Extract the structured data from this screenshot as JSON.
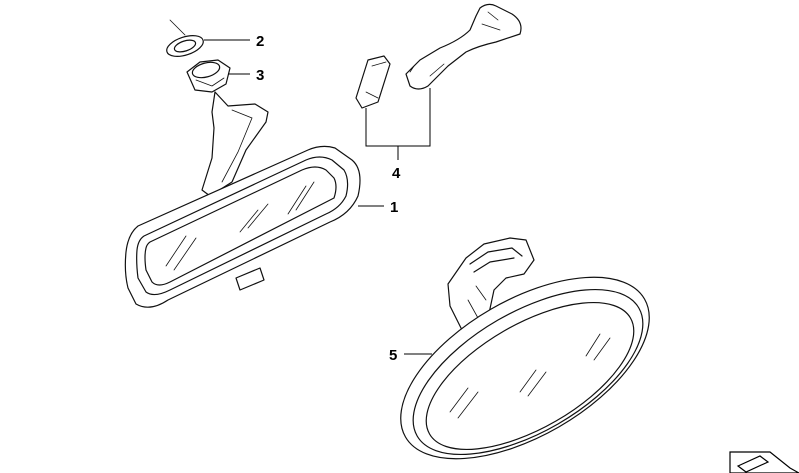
{
  "diagram": {
    "callouts": [
      {
        "id": "callout-1",
        "label": "1"
      },
      {
        "id": "callout-2",
        "label": "2"
      },
      {
        "id": "callout-3",
        "label": "3"
      },
      {
        "id": "callout-4",
        "label": "4"
      },
      {
        "id": "callout-5",
        "label": "5"
      }
    ]
  }
}
